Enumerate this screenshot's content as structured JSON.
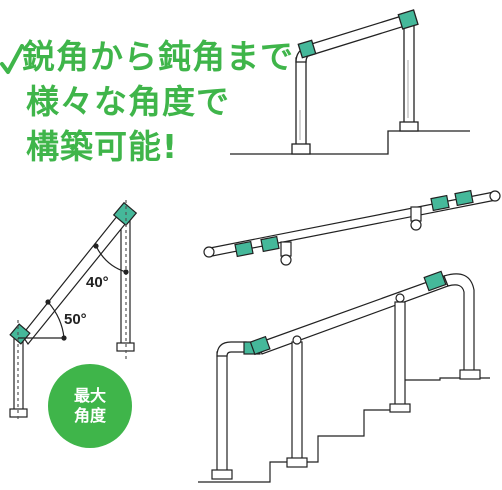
{
  "headline": {
    "lines": [
      "鋭角から鈍角まで",
      "様々な角度で",
      "構築可能!"
    ]
  },
  "angle_diagram": {
    "upper_angle": "40°",
    "lower_angle": "50°"
  },
  "badge": {
    "line1": "最大",
    "line2": "角度"
  },
  "colors": {
    "accent_green": "#3fb54a",
    "joint_teal": "#45b89a",
    "line": "#222222"
  },
  "icons": [
    "check-mark-icon"
  ]
}
